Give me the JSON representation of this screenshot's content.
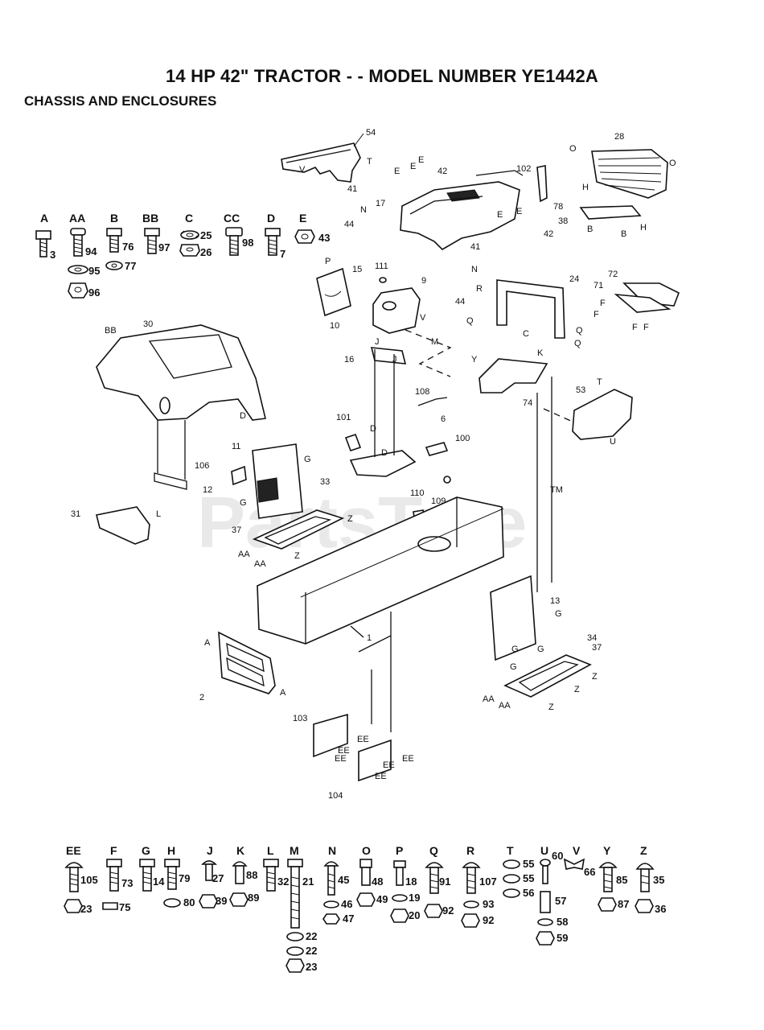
{
  "header": {
    "title": "14 HP 42\" TRACTOR - - MODEL NUMBER  YE1442A",
    "subtitle": "CHASSIS AND ENCLOSURES"
  },
  "watermark": "PartsTree",
  "trademark": "TM",
  "top_hardware": [
    {
      "letter": "A",
      "parts": [
        "3"
      ]
    },
    {
      "letter": "AA",
      "parts": [
        "94",
        "95",
        "96"
      ]
    },
    {
      "letter": "B",
      "parts": [
        "76",
        "77"
      ]
    },
    {
      "letter": "BB",
      "parts": [
        "97"
      ]
    },
    {
      "letter": "C",
      "parts": [
        "25",
        "26"
      ]
    },
    {
      "letter": "CC",
      "parts": [
        "98"
      ]
    },
    {
      "letter": "D",
      "parts": [
        "7"
      ]
    },
    {
      "letter": "E",
      "parts": [
        "43"
      ]
    }
  ],
  "bottom_hardware": [
    {
      "letter": "EE",
      "parts": [
        "105",
        "23"
      ]
    },
    {
      "letter": "F",
      "parts": [
        "73",
        "75"
      ]
    },
    {
      "letter": "G",
      "parts": [
        "14"
      ]
    },
    {
      "letter": "H",
      "parts": [
        "79",
        "80"
      ]
    },
    {
      "letter": "J",
      "parts": [
        "27",
        "39"
      ]
    },
    {
      "letter": "K",
      "parts": [
        "88",
        "89"
      ]
    },
    {
      "letter": "L",
      "parts": [
        "32"
      ]
    },
    {
      "letter": "M",
      "parts": [
        "21",
        "22",
        "22",
        "23"
      ]
    },
    {
      "letter": "N",
      "parts": [
        "45",
        "46",
        "47"
      ]
    },
    {
      "letter": "O",
      "parts": [
        "48",
        "49"
      ]
    },
    {
      "letter": "P",
      "parts": [
        "18",
        "19",
        "20"
      ]
    },
    {
      "letter": "Q",
      "parts": [
        "91",
        "92"
      ]
    },
    {
      "letter": "R",
      "parts": [
        "107",
        "93",
        "92"
      ]
    },
    {
      "letter": "T",
      "parts": [
        "55",
        "55",
        "56"
      ]
    },
    {
      "letter": "U",
      "parts": [
        "60",
        "57",
        "58",
        "59"
      ]
    },
    {
      "letter": "V",
      "parts": [
        "66"
      ]
    },
    {
      "letter": "Y",
      "parts": [
        "85",
        "87"
      ]
    },
    {
      "letter": "Z",
      "parts": [
        "35",
        "36"
      ]
    }
  ],
  "callouts": {
    "c54": "54",
    "c28": "28",
    "c102": "102",
    "c42a": "42",
    "c42b": "42",
    "c41a": "41",
    "c41b": "41",
    "c17": "17",
    "c44a": "44",
    "c44b": "44",
    "c78": "78",
    "c38": "38",
    "c15": "15",
    "c111": "111",
    "c9": "9",
    "c24": "24",
    "c72": "72",
    "c71": "71",
    "c30": "30",
    "c10": "10",
    "c16": "16",
    "c74": "74",
    "c53": "53",
    "c108": "108",
    "c6": "6",
    "c101": "101",
    "c100": "100",
    "c11": "11",
    "c106": "106",
    "c12": "12",
    "c33": "33",
    "c110": "110",
    "c109": "109",
    "c31": "31",
    "c37a": "37",
    "c37b": "37",
    "c13": "13",
    "c34": "34",
    "c1": "1",
    "c2": "2",
    "c103": "103",
    "c104": "104"
  },
  "letter_tags": {
    "V": "V",
    "T": "T",
    "E": "E",
    "N": "N",
    "H": "H",
    "B": "B",
    "O": "O",
    "P": "P",
    "R": "R",
    "Q": "Q",
    "C": "C",
    "F": "F",
    "M": "M",
    "Y": "Y",
    "K": "K",
    "J": "J",
    "D": "D",
    "U": "U",
    "G": "G",
    "Z": "Z",
    "AA": "AA",
    "L": "L",
    "A": "A",
    "EE": "EE",
    "BB": "BB"
  }
}
